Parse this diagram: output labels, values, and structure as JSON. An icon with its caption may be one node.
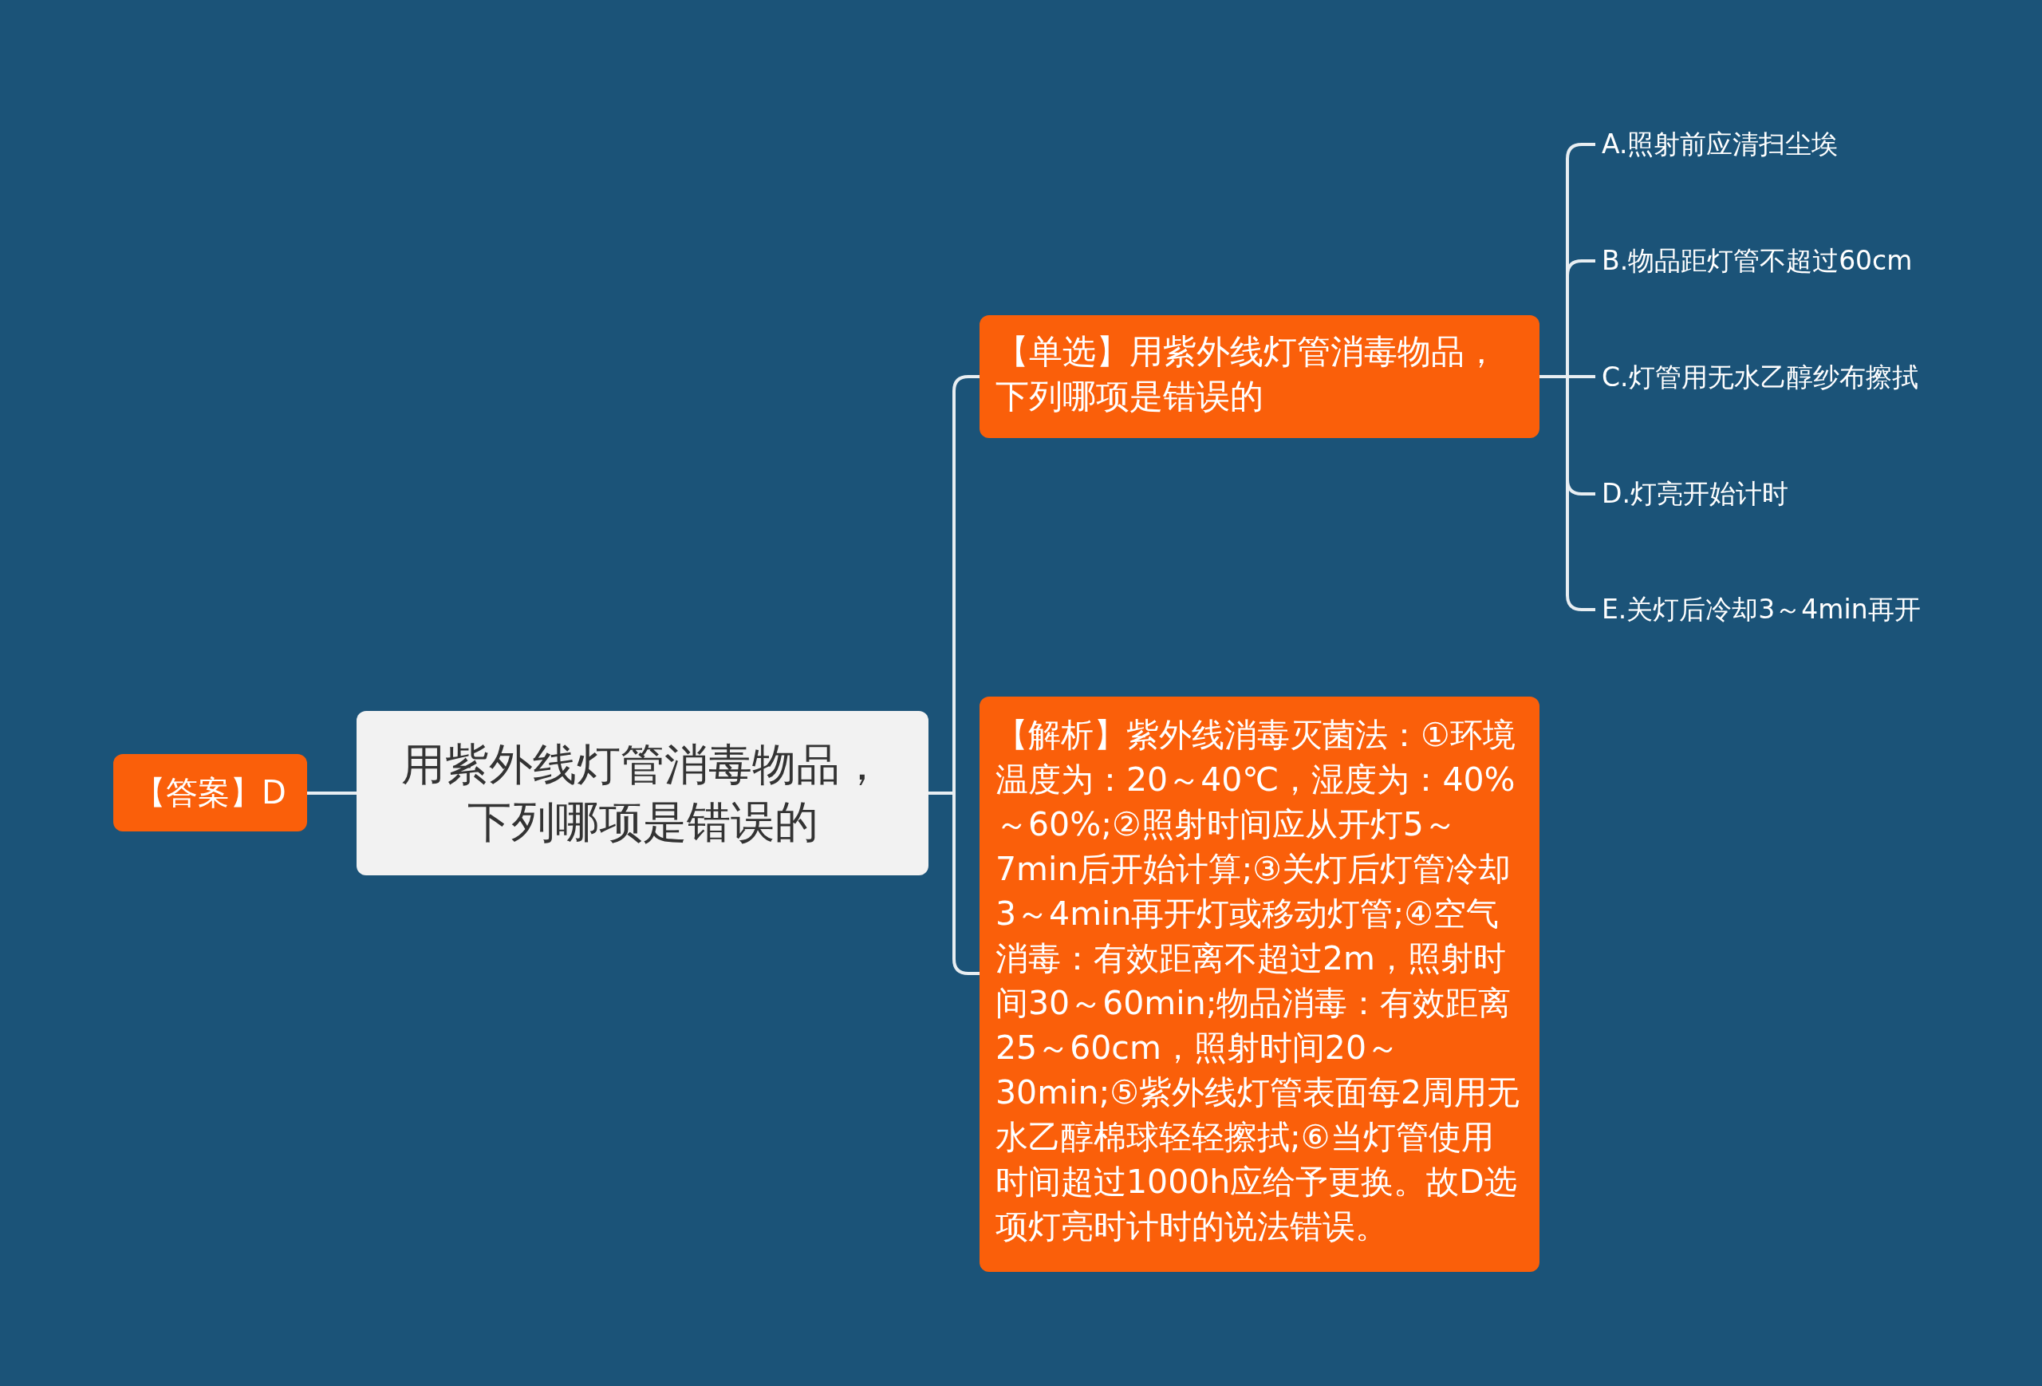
{
  "diagram": {
    "nodes": [
      {
        "text": [
          "用紫外线灯管消毒物品，下列哪项是错误的"
        ]
      },
      {
        "text": [
          "【答案】D"
        ]
      },
      {
        "text": [
          "【单选】用紫外线灯管消毒物品，下列哪项是错误的"
        ]
      },
      {
        "text": [
          "【解析】紫外线消毒灭菌法：①环境温度为：20～40℃，湿度为：40%～60%;②照射时间应从开灯5～7min后开始计算;③关灯后灯管冷却3～4min再开灯或移动灯管;④空气消毒：有效距离不超过2m，照射时间30～60min;物品消毒：有效距离25～60cm，照射时间20～30min;⑤紫外线灯管表面每2周用无水乙醇棉球轻轻擦拭;⑥当灯管使用时间超过1000h应给予更换。故D选项灯亮时计时的说法错误。"
        ]
      },
      {
        "text": [
          "A.照射前应清扫尘埃"
        ]
      },
      {
        "text": [
          "B.物品距灯管不超过60cm"
        ]
      },
      {
        "text": [
          "C.灯管用无水乙醇纱布擦拭"
        ]
      },
      {
        "text": [
          "D.灯亮开始计时"
        ]
      },
      {
        "text": [
          "E.关灯后冷却3～4min再开"
        ]
      }
    ],
    "edges": [
      {
        "from": 0,
        "to": 1,
        "arrow": "none"
      },
      {
        "from": 0,
        "to": 2,
        "arrow": "none"
      },
      {
        "from": 0,
        "to": 3,
        "arrow": "none"
      },
      {
        "from": 2,
        "to": 4,
        "arrow": "none"
      },
      {
        "from": 2,
        "to": 5,
        "arrow": "none"
      },
      {
        "from": 2,
        "to": 6,
        "arrow": "none"
      },
      {
        "from": 2,
        "to": 7,
        "arrow": "none"
      },
      {
        "from": 2,
        "to": 8,
        "arrow": "none"
      }
    ]
  }
}
